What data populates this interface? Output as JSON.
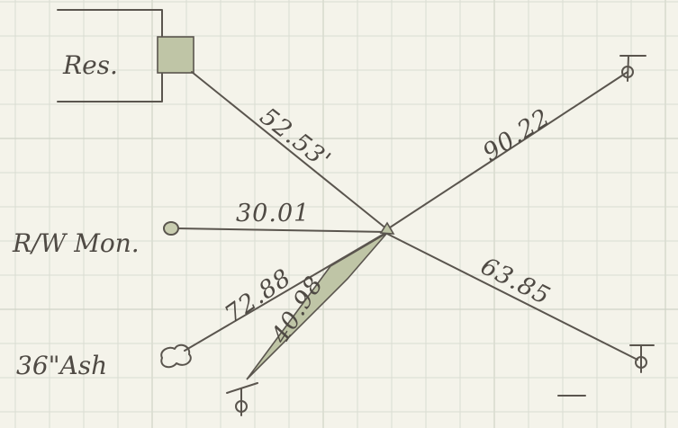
{
  "labels": {
    "residence": "Res.",
    "row_monument": "R/W Mon.",
    "ash_tree": "36\"Ash"
  },
  "distances": {
    "to_residence": "52.53'",
    "to_northeast_point": "90.22",
    "to_monument": "30.01",
    "to_ash": "72.88",
    "to_south_point": "40.98",
    "to_southeast_point": "63.85"
  },
  "colors": {
    "paper": "#f4f3ea",
    "grid": "#d9dcd2",
    "pen": "#5a554e",
    "shading": "#bfc5a6"
  }
}
